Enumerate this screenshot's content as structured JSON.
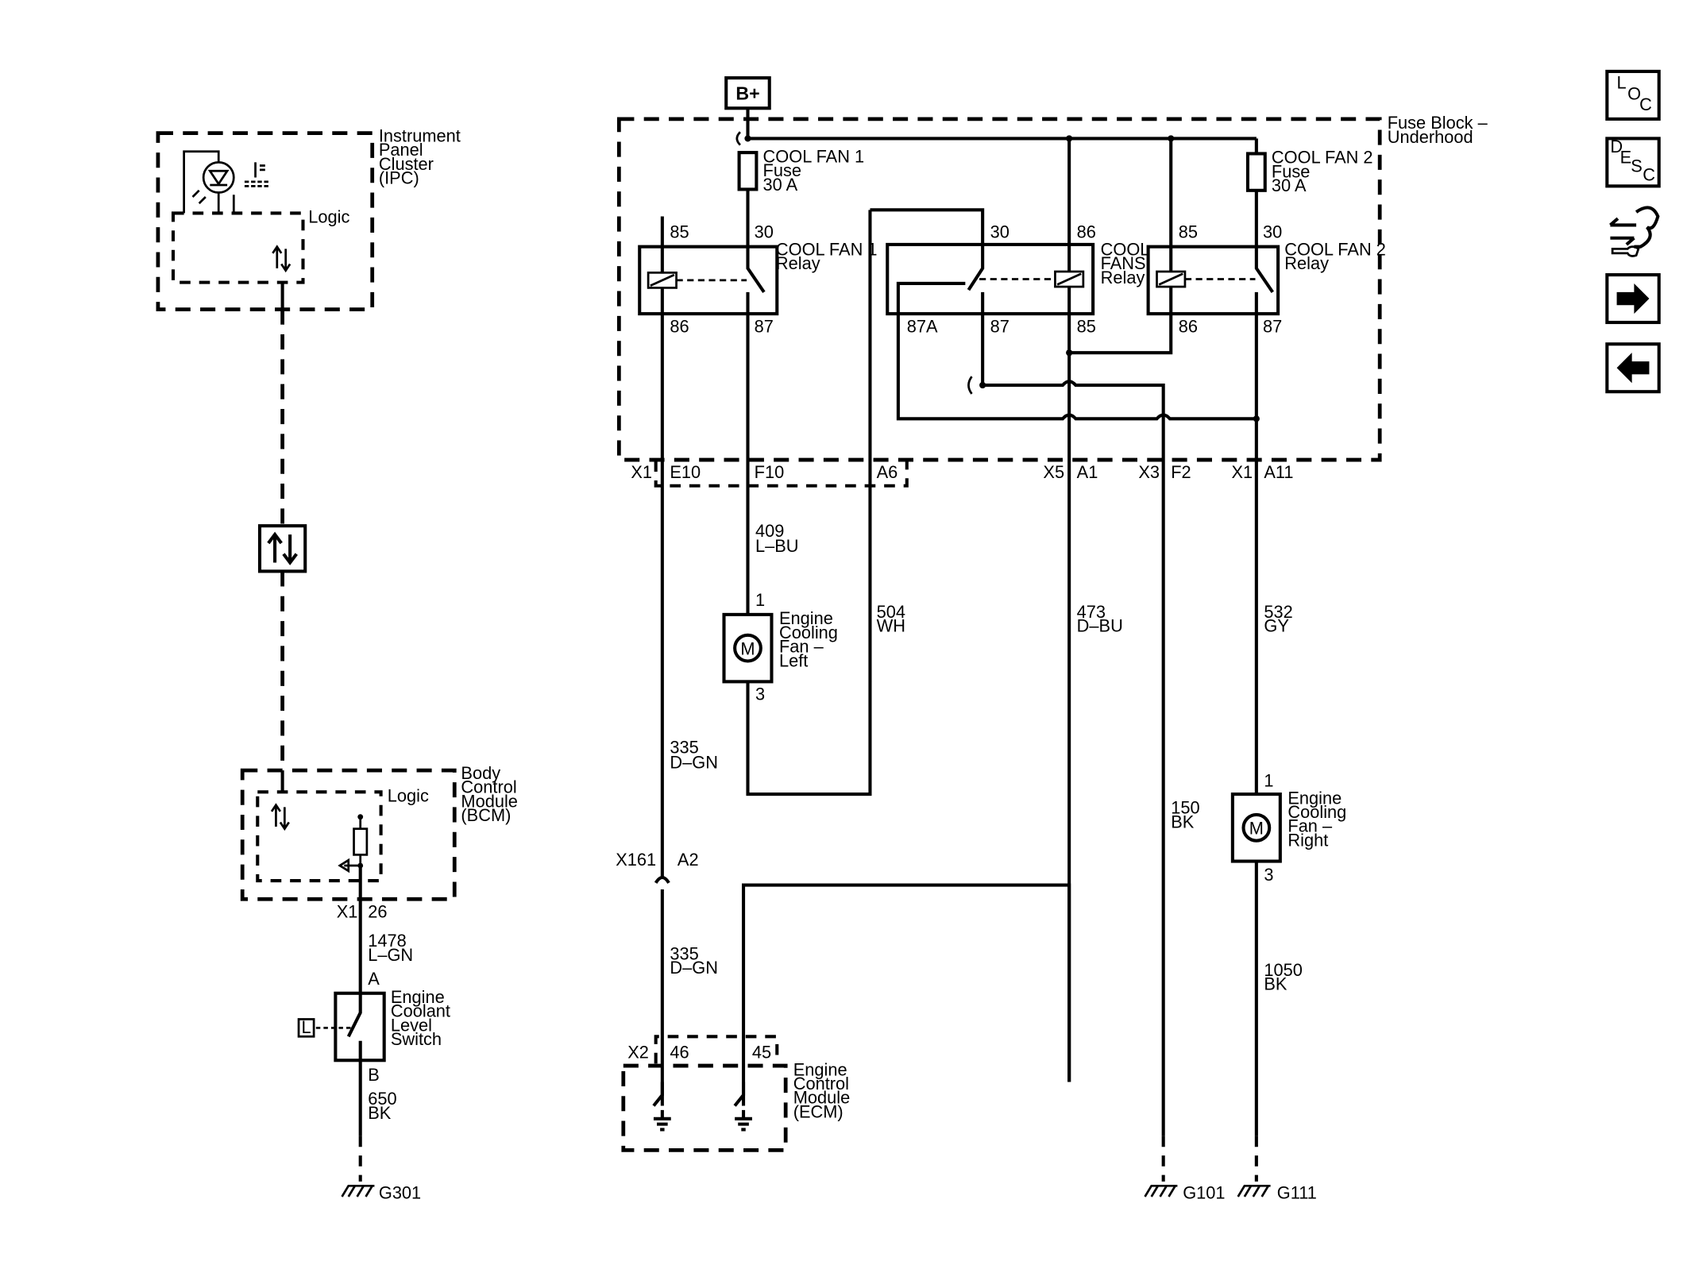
{
  "power_source": "B+",
  "fuse_block": {
    "label_line1": "Fuse Block –",
    "label_line2": "Underhood"
  },
  "fuses": [
    {
      "line1": "COOL FAN 1",
      "line2": "Fuse",
      "line3": "30 A"
    },
    {
      "line1": "COOL FAN 2",
      "line2": "Fuse",
      "line3": "30 A"
    }
  ],
  "relays": {
    "fan1": {
      "line1": "COOL FAN 1",
      "line2": "Relay",
      "pins": [
        "85",
        "30",
        "86",
        "87"
      ]
    },
    "fans": {
      "line1": "COOL",
      "line2": "FANS",
      "line3": "Relay",
      "pins": [
        "30",
        "86",
        "87A",
        "87",
        "85"
      ]
    },
    "fan2": {
      "line1": "COOL FAN 2",
      "line2": "Relay",
      "pins": [
        "85",
        "30",
        "86",
        "87"
      ]
    }
  },
  "connectors": {
    "x1_left": "X1",
    "e10": "E10",
    "f10": "F10",
    "a6": "A6",
    "x5": "X5",
    "a1": "A1",
    "x3": "X3",
    "f2": "F2",
    "x1_right": "X1",
    "a11": "A11",
    "x161": "X161",
    "a2": "A2",
    "x2": "X2",
    "pin46": "46",
    "pin45": "45",
    "bcm_x1": "X1",
    "bcm_pin": "26",
    "switch_a": "A",
    "switch_b": "B"
  },
  "wires": {
    "w409": {
      "num": "409",
      "color": "L–BU"
    },
    "w504": {
      "num": "504",
      "color": "WH"
    },
    "w473": {
      "num": "473",
      "color": "D–BU"
    },
    "w532": {
      "num": "532",
      "color": "GY"
    },
    "w335a": {
      "num": "335",
      "color": "D–GN"
    },
    "w335b": {
      "num": "335",
      "color": "D–GN"
    },
    "w150": {
      "num": "150",
      "color": "BK"
    },
    "w1050": {
      "num": "1050",
      "color": "BK"
    },
    "w1478": {
      "num": "1478",
      "color": "L–GN"
    },
    "w650": {
      "num": "650",
      "color": "BK"
    }
  },
  "fan_left": {
    "lines": [
      "Engine",
      "Cooling",
      "Fan –",
      "Left"
    ],
    "pin_top": "1",
    "pin_bottom": "3",
    "symbol": "M"
  },
  "fan_right": {
    "lines": [
      "Engine",
      "Cooling",
      "Fan –",
      "Right"
    ],
    "pin_top": "1",
    "pin_bottom": "3",
    "symbol": "M"
  },
  "ipc": {
    "lines": [
      "Instrument",
      "Panel",
      "Cluster",
      "(IPC)"
    ],
    "logic": "Logic"
  },
  "bcm": {
    "lines": [
      "Body",
      "Control",
      "Module",
      "(BCM)"
    ],
    "logic": "Logic"
  },
  "ecm": {
    "lines": [
      "Engine",
      "Control",
      "Module",
      "(ECM)"
    ]
  },
  "coolant_switch": {
    "lines": [
      "Engine",
      "Coolant",
      "Level",
      "Switch"
    ],
    "tag": "L"
  },
  "grounds": {
    "g301": "G301",
    "g101": "G101",
    "g111": "G111"
  },
  "nav": {
    "loc": {
      "l1": "L",
      "l2": "O",
      "l3": "C"
    },
    "desc": {
      "l1": "D",
      "l2": "E",
      "l3": "S",
      "l4": "C"
    },
    "icons": [
      "loc-icon",
      "desc-icon",
      "connector-tool-icon",
      "next-arrow-icon",
      "prev-arrow-icon"
    ]
  }
}
